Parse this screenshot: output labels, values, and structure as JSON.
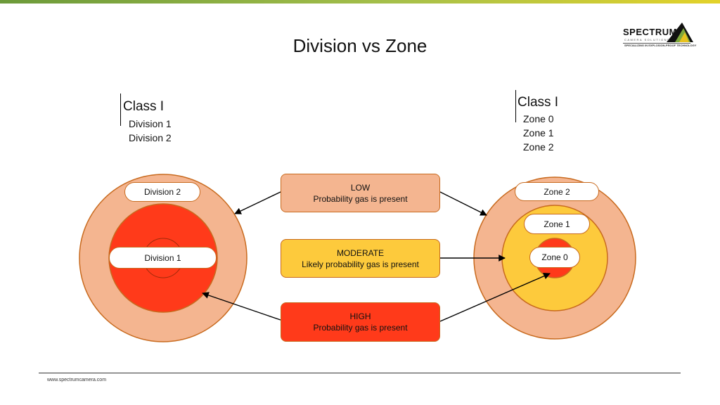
{
  "title": "Division vs Zone",
  "logo": {
    "name": "SPECTRUM",
    "sub": "CAMERA SOLUTIONS",
    "tagline": "SPECIALIZING IN EXPLOSION-PROOF TECHNOLOGY"
  },
  "left_class": {
    "heading": "Class I",
    "items": [
      "Division 1",
      "Division 2"
    ]
  },
  "right_class": {
    "heading": "Class I",
    "items": [
      "Zone 0",
      "Zone 1",
      "Zone 2"
    ]
  },
  "boxes": {
    "low": {
      "level": "LOW",
      "desc": "Probability gas is present",
      "color": "#f4b590"
    },
    "moderate": {
      "level": "MODERATE",
      "desc": "Likely probability gas is present",
      "color": "#fdca3c"
    },
    "high": {
      "level": "HIGH",
      "desc": "Probability gas is present",
      "color": "#ff3a1a"
    }
  },
  "left_diagram": {
    "outer_label": "Division 2",
    "inner_label": "Division 1"
  },
  "right_diagram": {
    "outer_label": "Zone 2",
    "middle_label": "Zone 1",
    "inner_label": "Zone 0"
  },
  "footer": {
    "url": "www.spectrumcamera.com"
  }
}
